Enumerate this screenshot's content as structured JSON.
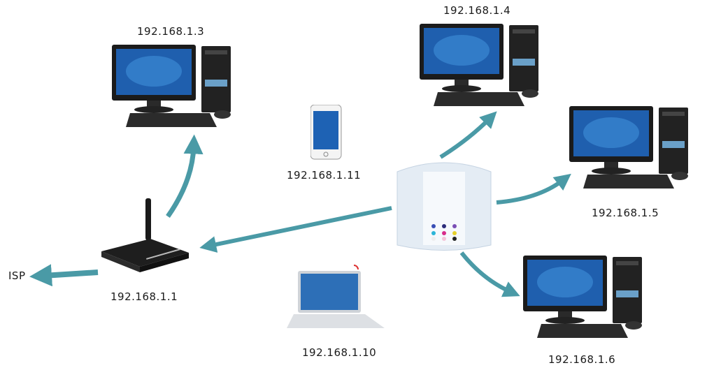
{
  "diagram": {
    "title": "Home network topology",
    "accent_color": "#4a9aa6",
    "nodes": [
      {
        "id": "isp",
        "type": "external",
        "label": "ISP"
      },
      {
        "id": "router",
        "type": "wireless-router",
        "label": "192.168.1.1"
      },
      {
        "id": "pc3",
        "type": "desktop-pc",
        "label": "192.168.1.3"
      },
      {
        "id": "pc4",
        "type": "desktop-pc",
        "label": "192.168.1.4"
      },
      {
        "id": "pc5",
        "type": "desktop-pc",
        "label": "192.168.1.5"
      },
      {
        "id": "pc6",
        "type": "desktop-pc",
        "label": "192.168.1.6"
      },
      {
        "id": "phone",
        "type": "smartphone",
        "label": "192.168.1.11"
      },
      {
        "id": "laptop",
        "type": "laptop",
        "label": "192.168.1.10"
      },
      {
        "id": "switch",
        "type": "network-hub",
        "label": ""
      }
    ],
    "edges": [
      {
        "from": "router",
        "to": "isp"
      },
      {
        "from": "router",
        "to": "pc3"
      },
      {
        "from": "switch",
        "to": "router"
      },
      {
        "from": "switch",
        "to": "pc4"
      },
      {
        "from": "switch",
        "to": "pc5"
      },
      {
        "from": "switch",
        "to": "pc6"
      }
    ]
  }
}
